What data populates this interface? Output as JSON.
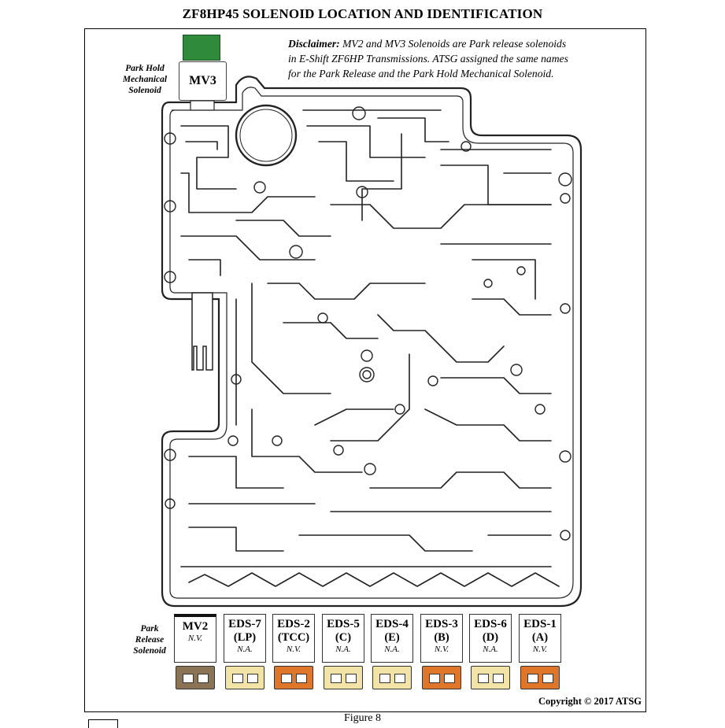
{
  "title": "ZF8HP45 SOLENOID LOCATION AND IDENTIFICATION",
  "disclaimer": {
    "label": "Disclaimer:",
    "line1": "MV2 and MV3 Solenoids are Park release solenoids",
    "line2": "in E-Shift ZF6HP Transmissions. ATSG assigned the same names",
    "line3": "for the Park Release and the Park Hold Mechanical Solenoid."
  },
  "park_hold_label": [
    "Park Hold",
    "Mechanical",
    "Solenoid"
  ],
  "park_release_label": [
    "Park",
    "Release",
    "Solenoid"
  ],
  "mv3": {
    "name": "MV3",
    "connector_color": "#2f8a3c"
  },
  "solenoids": [
    {
      "name": "MV2",
      "sub": "",
      "state": "N.V.",
      "color": "#8b7355"
    },
    {
      "name": "EDS-7",
      "sub": "(LP)",
      "state": "N.A.",
      "color": "#f1e4a6"
    },
    {
      "name": "EDS-2",
      "sub": "(TCC)",
      "state": "N.V.",
      "color": "#e0762a"
    },
    {
      "name": "EDS-5",
      "sub": "(C)",
      "state": "N.A.",
      "color": "#f1e4a6"
    },
    {
      "name": "EDS-4",
      "sub": "(E)",
      "state": "N.A.",
      "color": "#f1e4a6"
    },
    {
      "name": "EDS-3",
      "sub": "(B)",
      "state": "N.V.",
      "color": "#e0762a"
    },
    {
      "name": "EDS-6",
      "sub": "(D)",
      "state": "N.A.",
      "color": "#f1e4a6"
    },
    {
      "name": "EDS-1",
      "sub": "(A)",
      "state": "N.V.",
      "color": "#e0762a"
    }
  ],
  "copyright": "Copyright © 2017 ATSG",
  "figure": "Figure 8"
}
